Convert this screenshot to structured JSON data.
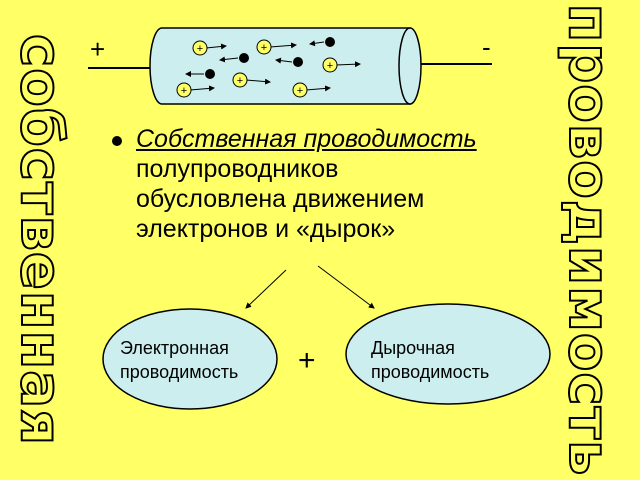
{
  "vertical_left": "собственная",
  "vertical_right": "проводимость",
  "tube": {
    "plus_terminal": "+",
    "minus_terminal": "-",
    "hole_symbol": "+"
  },
  "bullet": {
    "term": "Собственная проводимость",
    "rest_line1": "полупроводников",
    "rest_line2": "обусловлена движением",
    "rest_line3": "электронов и «дырок»"
  },
  "ellipses": {
    "left_line1": "Электронная",
    "left_line2": "проводимость",
    "right_line1": "Дырочная",
    "right_line2": "проводимость",
    "plus": "+"
  },
  "colors": {
    "background": "#ffff66",
    "tube_fill": "#cceeee",
    "ellipse_fill": "#cceeee",
    "hole_fill": "#ffff66"
  }
}
